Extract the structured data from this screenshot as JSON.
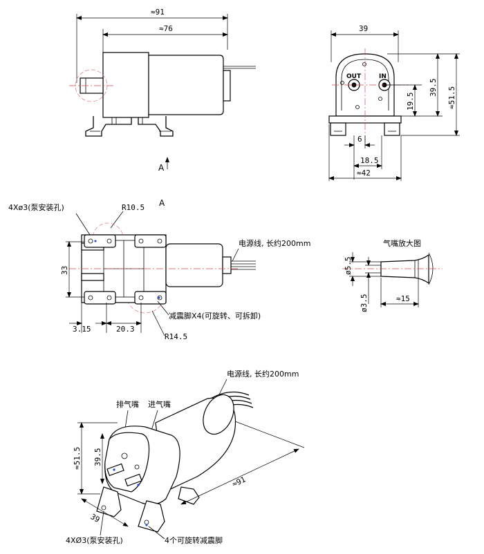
{
  "dimensions": {
    "overall_length": "≈91",
    "motor_length": "≈76",
    "width": "39",
    "height_35": "39.5",
    "height_total": "≈51.5",
    "port_height": "19.5",
    "port_spacing": "6",
    "foot_span": "18.5",
    "base_width": "≈42",
    "mount_holes": "4Xø3(泵安装孔)",
    "radius_top": "R10.5",
    "radius_bottom": "R14.5",
    "body_height": "33",
    "offset_left": "3.15",
    "foot_pitch": "20.3",
    "nozzle_d_outer": "ø5.5",
    "nozzle_d_inner": "ø3.5",
    "nozzle_len": "≈15",
    "iso_height_total": "≈51.5",
    "iso_height": "39.5",
    "iso_width": "39",
    "iso_length": "≈91"
  },
  "labels": {
    "section_a_top": "A",
    "section_a_mid": "A",
    "port_out": "OUT",
    "port_in": "IN",
    "power_cable_top": "电源线, 长约200mm",
    "damping_feet": "减震脚X4(可旋转、可拆卸)",
    "nozzle_detail": "气嘴放大图",
    "power_cable_iso": "电源线, 长约200mm",
    "exhaust_nozzle": "排气嘴",
    "intake_nozzle": "进气嘴",
    "iso_mount_holes": "4XØ3(泵安装孔)",
    "iso_feet": "4个可旋转减震脚"
  }
}
